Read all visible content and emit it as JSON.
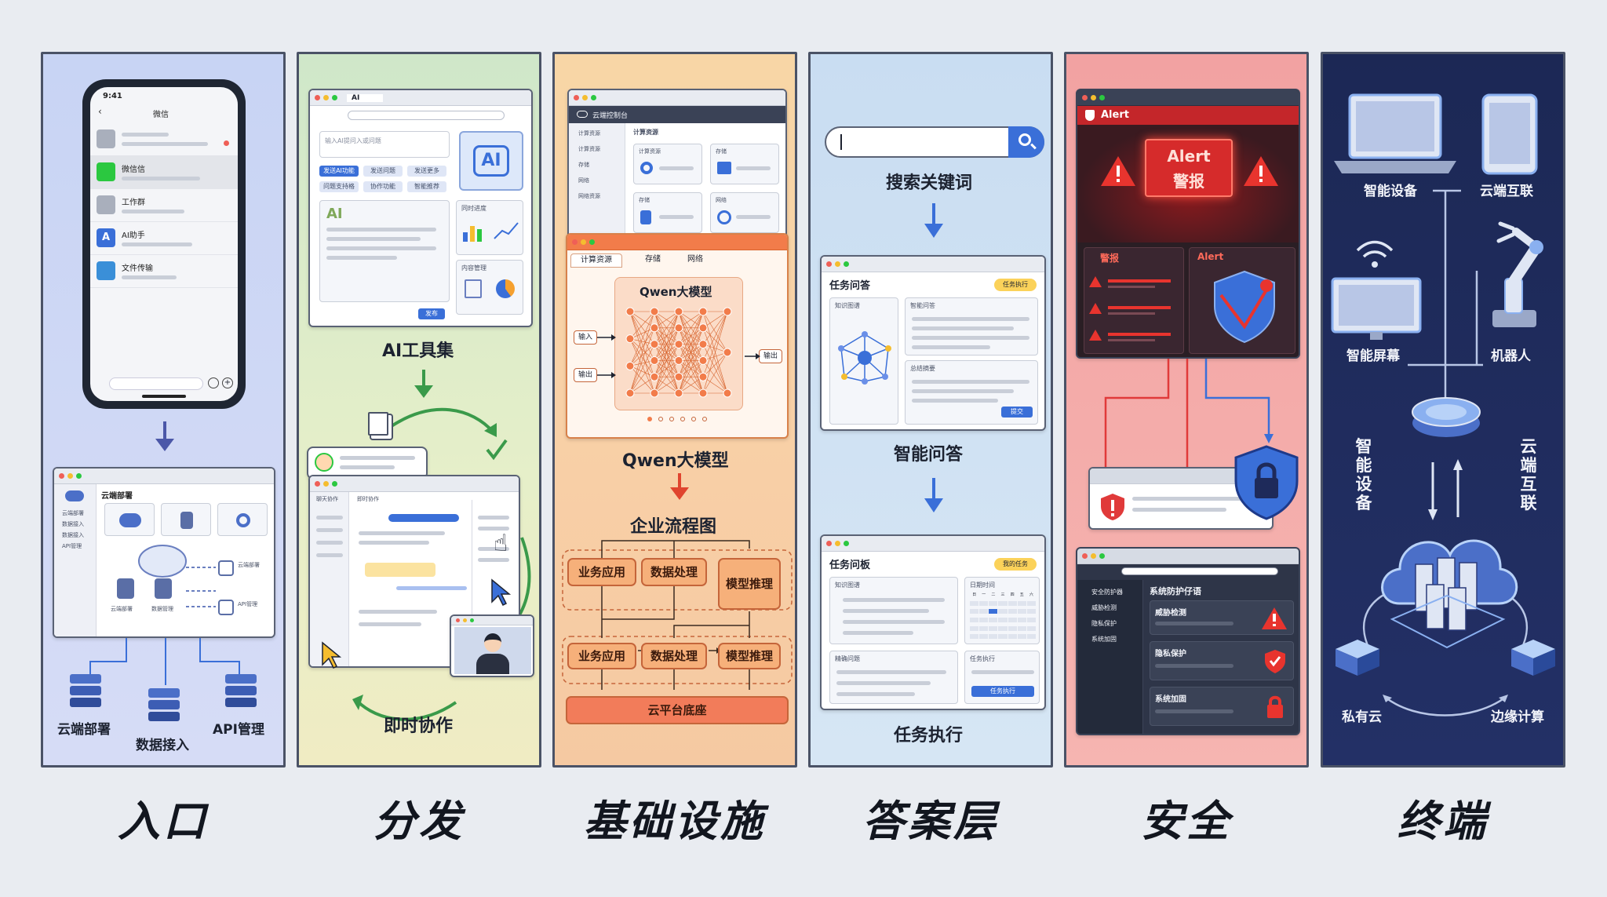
{
  "panels": {
    "entry": {
      "title": "入口",
      "phone": {
        "time": "9:41",
        "header": "微信",
        "chats": [
          "微信信",
          "工作群",
          "AI助手",
          "文件传输"
        ]
      },
      "cloud_window": {
        "title": "云端部署",
        "sidebar": [
          "云端部署",
          "数据接入",
          "数据接入",
          "API管理"
        ],
        "labels": [
          "云端部署",
          "数据管理",
          "云端部署",
          "API管理"
        ]
      },
      "bottom_labels": [
        "云端部署",
        "数据接入",
        "API管理"
      ]
    },
    "distribution": {
      "title": "分发",
      "browser": {
        "tab": "AI",
        "prompt": "输入AI提问入或问题",
        "chips": [
          "发送AI功能",
          "发送问题",
          "发送更多",
          "问题支持格",
          "协作功能",
          "智能推荐"
        ],
        "send": "发布",
        "ai_badge": "AI",
        "side_cards": [
          "同时进度",
          "内容管理"
        ]
      },
      "tools_label": "AI工具集",
      "collab_window": {
        "tabs": [
          "聊天协作",
          "即时协作"
        ]
      },
      "collab_label": "即时协作"
    },
    "infrastructure": {
      "title": "基础设施",
      "control_window": {
        "title": "云端控制台",
        "sidebar": [
          "计算资源",
          "计算资源",
          "存储",
          "网络",
          "网络资源"
        ],
        "heading": "计算资源",
        "cards": [
          "计算资源",
          "存储",
          "存储",
          "网络"
        ]
      },
      "model_window": {
        "tabs": [
          "计算资源",
          "存储",
          "网络"
        ],
        "model_name": "Qwen大模型",
        "input": "输入",
        "output_left": "输出",
        "output_right": "输出"
      },
      "model_label": "Qwen大模型",
      "flow_label": "企业流程图",
      "flow_row1": [
        "业务应用",
        "数据处理",
        "模型推理"
      ],
      "flow_row2": [
        "业务应用",
        "数据处理",
        "模型推理"
      ],
      "platform": "云平台底座"
    },
    "answer": {
      "title": "答案层",
      "search_label": "搜索关键词",
      "qa_window": {
        "title": "任务问答",
        "badge": "任务执行",
        "cards": [
          "知识图谱",
          "智能问答",
          "总结摘要"
        ],
        "button": "提交"
      },
      "qa_label": "智能问答",
      "board_window": {
        "title": "任务问板",
        "badge": "我的任务",
        "cards": [
          "知识图谱",
          "日期时间",
          "精确问题",
          "任务执行"
        ],
        "button": "任务执行",
        "weekdays": [
          "日",
          "一",
          "二",
          "三",
          "四",
          "五",
          "六"
        ]
      },
      "task_label": "任务执行"
    },
    "security": {
      "title": "安全",
      "alert_window": {
        "title": "Alert",
        "banner_line1": "Alert",
        "banner_line2": "警报",
        "sub_left": "警报",
        "sub_right": "Alert"
      },
      "protect_window": {
        "title": "系统防护仔语",
        "sidebar": [
          "安全防护器",
          "威胁检测",
          "隐私保护",
          "系统加固"
        ],
        "items": [
          "威胁检测",
          "隐私保护",
          "系统加固"
        ]
      }
    },
    "terminal": {
      "title": "终端",
      "devices": [
        "智能设备",
        "云端互联",
        "智能屏幕",
        "机器人",
        "私有云",
        "边缘计算"
      ],
      "vertical_left": "智能设备",
      "vertical_right": "云端互联"
    }
  },
  "colors": {
    "entry_bg": "#c8d4f4",
    "distribution_bg": "#cfe7c9",
    "infrastructure_bg": "#f8d6a6",
    "answer_bg": "#c9ddf2",
    "security_bg": "#f2a2a2",
    "terminal_bg": "#1c2855",
    "alert_red": "#d62b2b",
    "flow_orange": "#f6b07a",
    "accent_blue": "#3a6fd8"
  }
}
